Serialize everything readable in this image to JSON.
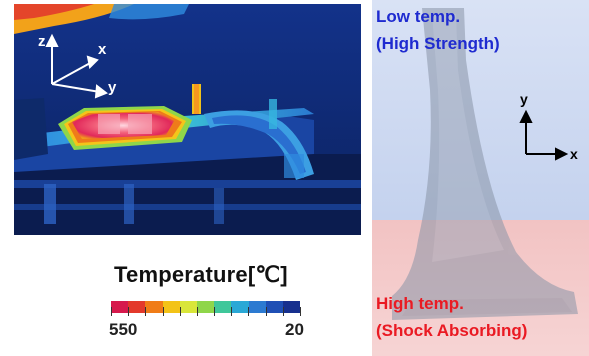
{
  "thermal_image": {
    "axis_labels": {
      "z": "z",
      "x": "x",
      "y": "y"
    }
  },
  "colorbar": {
    "title": "Temperature[℃]",
    "min_label": "550",
    "max_label": "20",
    "colors": [
      "#d61a4d",
      "#e3392b",
      "#f07c17",
      "#f3c317",
      "#d9e63a",
      "#8fd64a",
      "#3fc79a",
      "#2aa8d6",
      "#2c7ad1",
      "#1f4fb5",
      "#17308e"
    ]
  },
  "part_panel": {
    "low_label_line1": "Low temp.",
    "low_label_line2": "(High Strength)",
    "high_label_line1": "High temp.",
    "high_label_line2": "(Shock Absorbing)",
    "axis_labels": {
      "y": "y",
      "x": "x"
    },
    "colors": {
      "low_zone": "#c7d3ee",
      "high_zone": "#f3c7c7",
      "low_text": "#1f2bd0",
      "high_text": "#ea1a23"
    }
  }
}
